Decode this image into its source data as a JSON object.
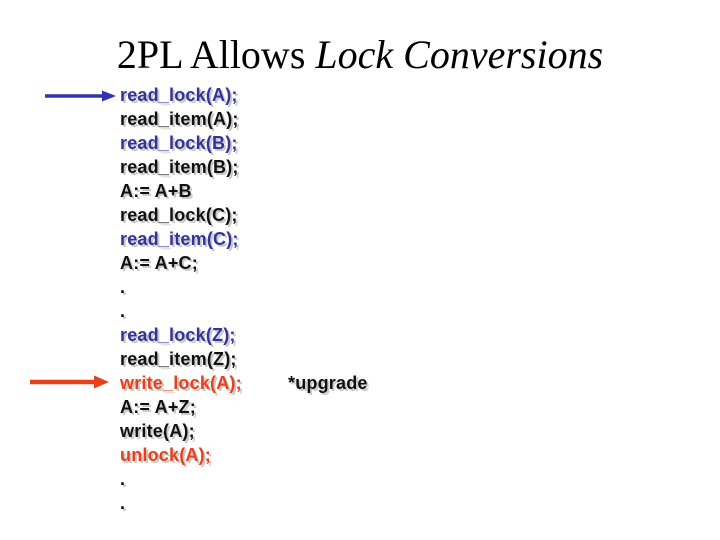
{
  "title": {
    "regular": "2PL Allows ",
    "italic": "Lock Conversions"
  },
  "code": {
    "lines": [
      {
        "text": "read_lock(A);",
        "color": "blue"
      },
      {
        "text": "read_item(A);",
        "color": "black"
      },
      {
        "text": "read_lock(B);",
        "color": "blue"
      },
      {
        "text": "read_item(B);",
        "color": "black"
      },
      {
        "text": "A:= A+B",
        "color": "black"
      },
      {
        "text": "read_lock(C);",
        "color": "black"
      },
      {
        "text": "read_item(C);",
        "color": "blue"
      },
      {
        "text": "A:= A+C;",
        "color": "black"
      },
      {
        "text": ".",
        "color": "black"
      },
      {
        "text": ".",
        "color": "black"
      },
      {
        "text": "read_lock(Z);",
        "color": "blue"
      },
      {
        "text": "read_item(Z);",
        "color": "black"
      },
      {
        "text": "write_lock(A);",
        "color": "red",
        "annotation": "*upgrade"
      },
      {
        "text": "A:= A+Z;",
        "color": "black"
      },
      {
        "text": "write(A);",
        "color": "black"
      },
      {
        "text": "unlock(A);",
        "color": "red"
      },
      {
        "text": ".",
        "color": "black"
      },
      {
        "text": ".",
        "color": "black"
      }
    ],
    "colors": {
      "blue": "#333399",
      "red": "#e6411a",
      "black": "#111111"
    }
  },
  "arrows": {
    "blue_arrow_color": "#3333b3",
    "red_arrow_color": "#e6411a"
  }
}
